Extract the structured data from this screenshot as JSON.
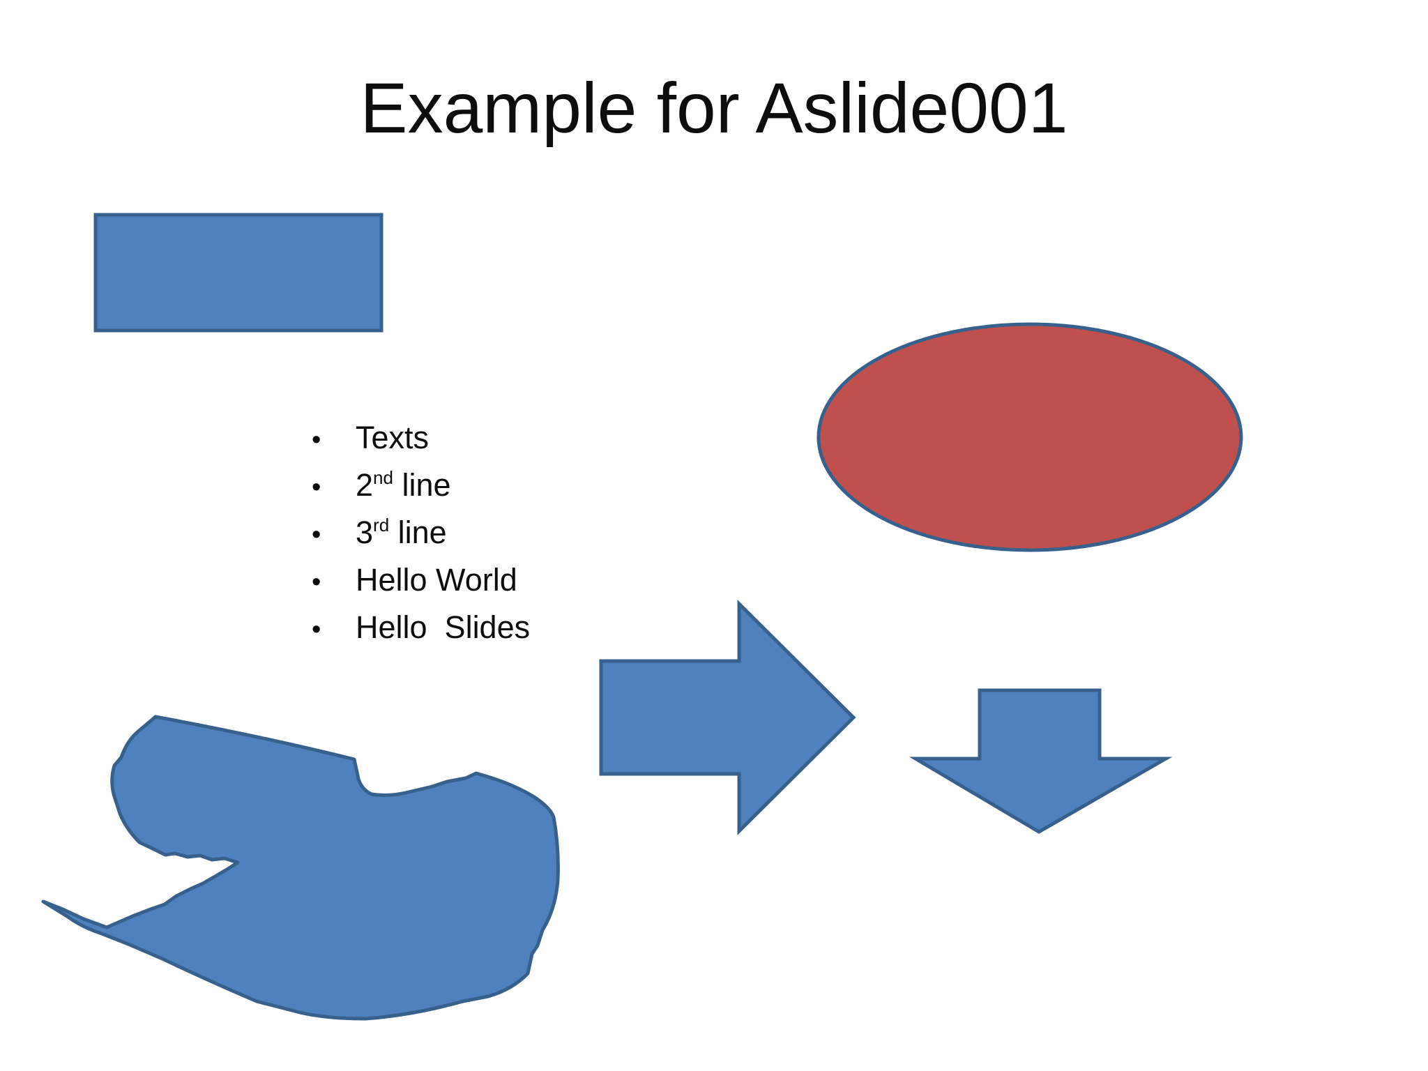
{
  "slide": {
    "title": "Example for Aslide001",
    "background_color": "#FFFFFF",
    "text_color": "#0D0D0D",
    "bullets": {
      "marker": "•",
      "items": [
        {
          "pre": "Texts",
          "sup": "",
          "post": ""
        },
        {
          "pre": "2",
          "sup": "nd",
          "post": " line"
        },
        {
          "pre": "3",
          "sup": "rd",
          "post": " line"
        },
        {
          "pre": "Hello World",
          "sup": "",
          "post": ""
        },
        {
          "pre": "Hello  Slides",
          "sup": "",
          "post": ""
        }
      ]
    },
    "shapes": {
      "rectangle": {
        "fill": "#4E81BD",
        "stroke": "#38608C"
      },
      "ellipse": {
        "fill": "#C0504D",
        "stroke": "#38608C"
      },
      "right_arrow": {
        "fill": "#4E81BD",
        "stroke": "#38608C"
      },
      "down_arrow": {
        "fill": "#4E81BD",
        "stroke": "#38608C"
      },
      "freeform": {
        "fill": "#4E81BD",
        "stroke": "#38608C"
      }
    }
  }
}
